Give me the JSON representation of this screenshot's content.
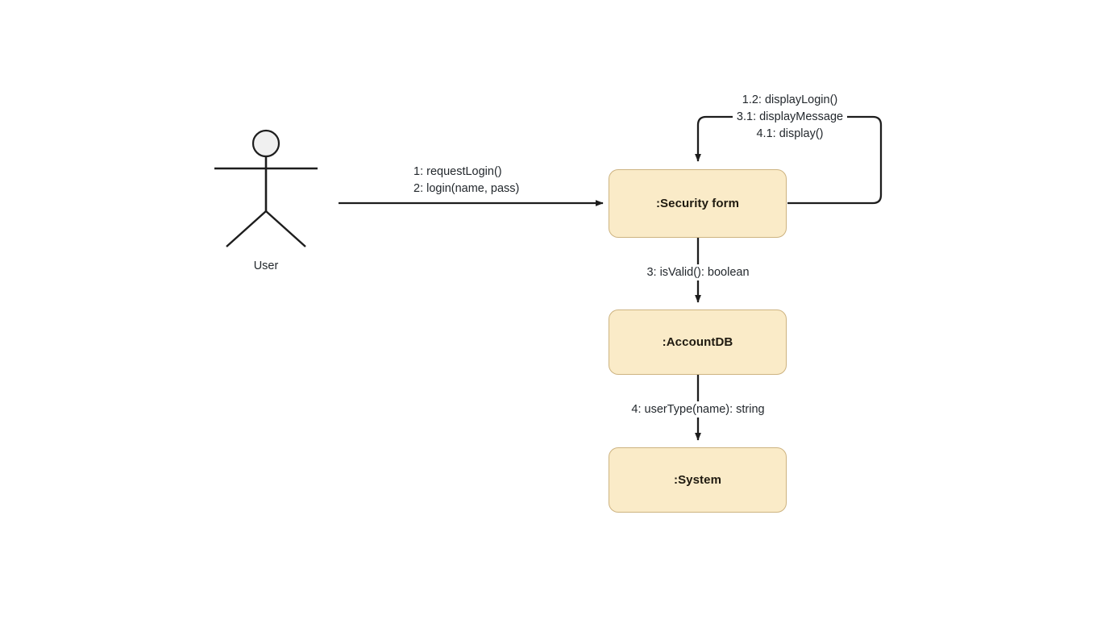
{
  "diagram": {
    "type": "uml-communication-diagram",
    "title": "Login sequence communication diagram",
    "background_color": "#ffffff",
    "node_fill_color": "#faebc8",
    "node_border_color": "#cdb380",
    "line_color": "#1d1d1d",
    "text_color": "#23282d"
  },
  "actor": {
    "name": "User",
    "icon": "stick-figure-actor"
  },
  "nodes": [
    {
      "id": "security-form",
      "label": ":Security form"
    },
    {
      "id": "account-db",
      "label": ":AccountDB"
    },
    {
      "id": "system",
      "label": ":System"
    }
  ],
  "messages": {
    "user_to_security_form": {
      "lines": [
        "1: requestLogin()",
        "2: login(name, pass)"
      ]
    },
    "security_form_self_loop": {
      "lines": [
        "1.2: displayLogin()",
        "3.1: displayMessage",
        "4.1: display()"
      ]
    },
    "security_form_to_account_db": {
      "lines": [
        "3: isValid(): boolean"
      ]
    },
    "account_db_to_system": {
      "lines": [
        "4: userType(name): string"
      ]
    }
  }
}
